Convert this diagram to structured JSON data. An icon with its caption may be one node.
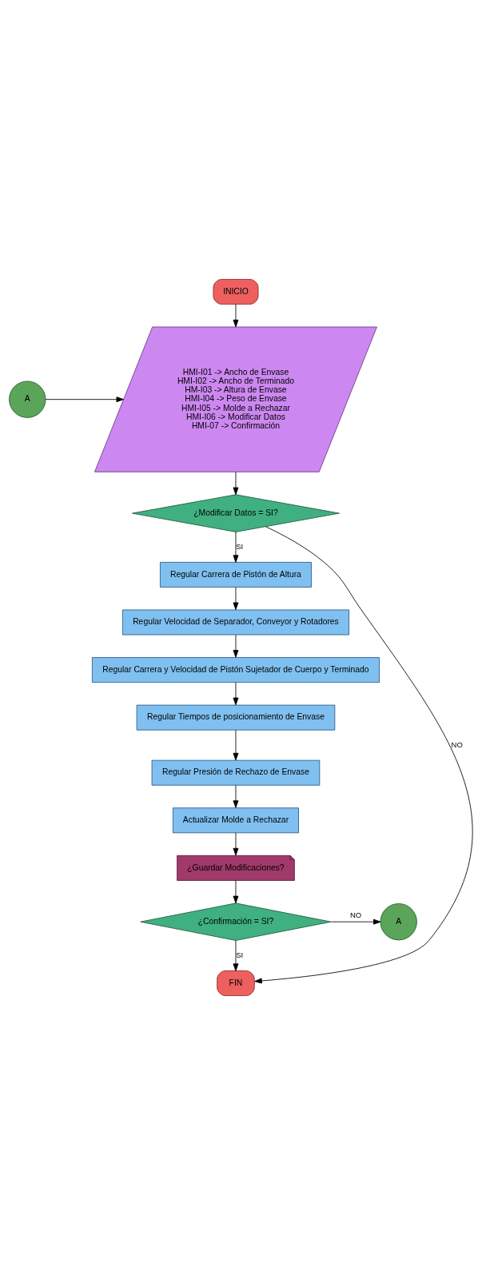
{
  "diagram": {
    "nodes": [
      {
        "text": [
          "INICIO"
        ]
      },
      {
        "text": [
          "A"
        ]
      },
      {
        "text": [
          "HMI-I01 -> Ancho de Envase",
          "HMI-I02 -> Ancho de Terminado",
          "HM-I03 -> Altura de Envase",
          "HMI-I04 -> Peso de Envase",
          "HMI-I05 -> Molde a Rechazar",
          "HMI-I06 -> Modificar Datos",
          "HMI-07 -> Confirmación"
        ]
      },
      {
        "text": [
          "¿Modificar Datos = SI?"
        ]
      },
      {
        "text": [
          "Regular Carrera de Pistón de Altura"
        ]
      },
      {
        "text": [
          "Regular Velocidad de Separador, Conveyor y Rotadores"
        ]
      },
      {
        "text": [
          "Regular Carrera y Velocidad de Pistón Sujetador de Cuerpo y Terminado"
        ]
      },
      {
        "text": [
          "Regular Tiempos de posicionamiento de Envase"
        ]
      },
      {
        "text": [
          "Regular Presión de Rechazo de Envase"
        ]
      },
      {
        "text": [
          "Actualizar Molde a Rechazar"
        ]
      },
      {
        "text": [
          "¿Guardar Modificaciones?"
        ]
      },
      {
        "text": [
          "¿Confirmación = SI?"
        ]
      },
      {
        "text": [
          "A"
        ]
      },
      {
        "text": [
          "FIN"
        ]
      }
    ],
    "edges": [
      {
        "from": 0,
        "to": 2,
        "arrow": "to"
      },
      {
        "from": 1,
        "to": 2,
        "arrow": "to"
      },
      {
        "from": 2,
        "to": 3,
        "arrow": "to"
      },
      {
        "from": 3,
        "to": 4,
        "arrow": "to",
        "label": "SI"
      },
      {
        "from": 4,
        "to": 5,
        "arrow": "to"
      },
      {
        "from": 5,
        "to": 6,
        "arrow": "to"
      },
      {
        "from": 6,
        "to": 7,
        "arrow": "to"
      },
      {
        "from": 7,
        "to": 8,
        "arrow": "to"
      },
      {
        "from": 8,
        "to": 9,
        "arrow": "to"
      },
      {
        "from": 9,
        "to": 10,
        "arrow": "to"
      },
      {
        "from": 10,
        "to": 11,
        "arrow": "to"
      },
      {
        "from": 11,
        "to": 12,
        "arrow": "to",
        "label": "NO"
      },
      {
        "from": 11,
        "to": 13,
        "arrow": "to",
        "label": "SI"
      },
      {
        "from": 3,
        "to": 13,
        "arrow": "to",
        "label": "NO"
      }
    ]
  }
}
